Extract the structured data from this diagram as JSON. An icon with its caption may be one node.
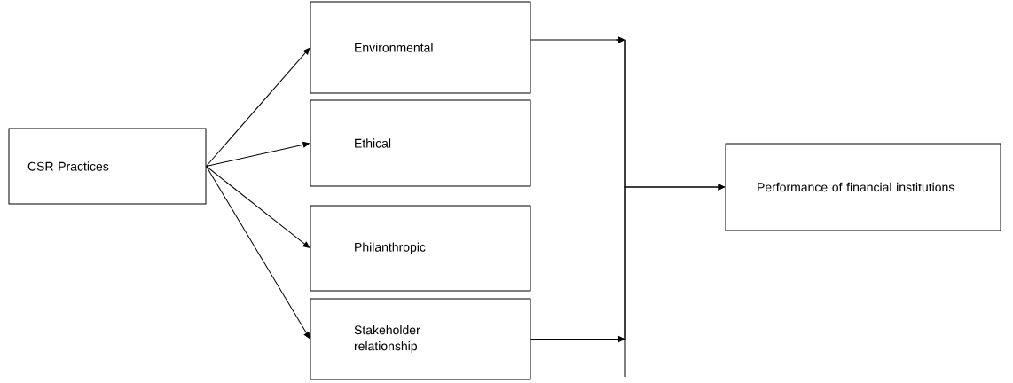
{
  "diagram": {
    "nodes": [
      {
        "text": [
          "CSR Practices"
        ]
      },
      {
        "text": [
          "Environmental"
        ]
      },
      {
        "text": [
          "Ethical"
        ]
      },
      {
        "text": [
          "Philanthropic"
        ]
      },
      {
        "text": [
          "Stakeholder relationship"
        ]
      },
      {
        "text": [
          "Performance of financial institutions"
        ]
      }
    ],
    "edges": [
      {
        "from": 0,
        "to": 1,
        "arrow": "to"
      },
      {
        "from": 0,
        "to": 2,
        "arrow": "to"
      },
      {
        "from": 0,
        "to": 3,
        "arrow": "to"
      },
      {
        "from": 0,
        "to": 4,
        "arrow": "to"
      },
      {
        "from": 1,
        "to": 5,
        "arrow": "to"
      },
      {
        "from": 4,
        "to": 5,
        "arrow": "to"
      }
    ]
  }
}
